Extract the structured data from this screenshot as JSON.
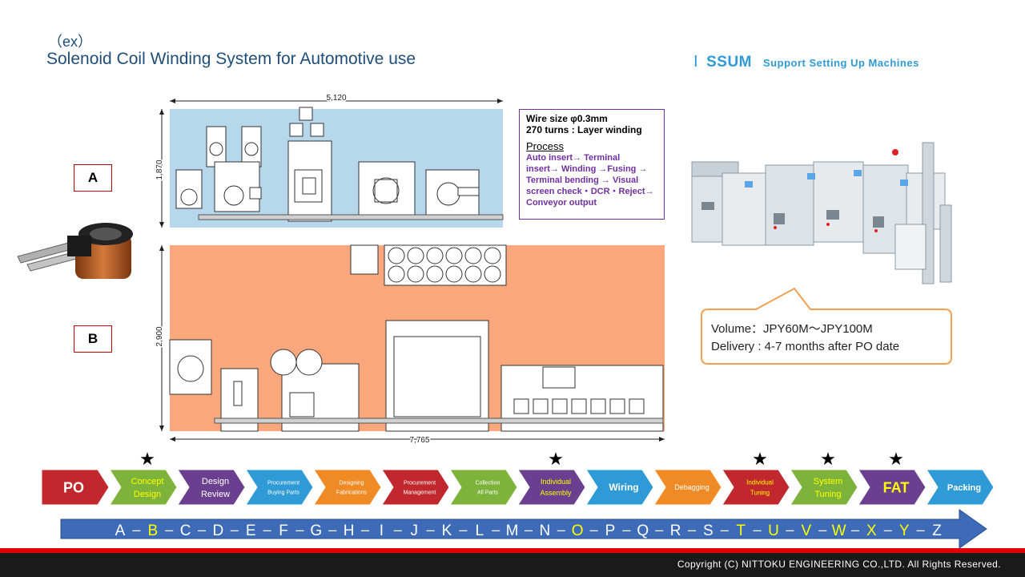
{
  "header": {
    "ex": "（ex）",
    "title": "Solenoid Coil Winding System for Automotive use"
  },
  "ssum": {
    "num": "Ⅰ",
    "word": "SSUM",
    "sub": "Support Setting Up Machines"
  },
  "layout_a": {
    "label": "A",
    "width": "5,120",
    "height": "1,870"
  },
  "layout_b": {
    "label": "B",
    "width": "7,765",
    "height": "2,900"
  },
  "spec": {
    "line1": "Wire size φ0.3mm",
    "line2": "270 turns : Layer winding",
    "process_heading": "Process",
    "steps": [
      "Auto insert→ Terminal",
      "insert→ Winding →Fusing →",
      "Terminal bending → Visual",
      "screen check・DCR・Reject→",
      "Conveyor output"
    ]
  },
  "bubble": {
    "volume": "Volume：JPY60M～JPY100M",
    "delivery": "Delivery :  4-7 months after PO date"
  },
  "process_steps": [
    {
      "lines": [
        "PO"
      ],
      "color": "#c0282d",
      "text": "#ffffff",
      "star": false,
      "size": 18,
      "bold": true
    },
    {
      "lines": [
        "Concept",
        "Design"
      ],
      "color": "#7db33a",
      "text": "#ffff00",
      "star": true,
      "size": 11,
      "bold": false
    },
    {
      "lines": [
        "Design",
        "Review"
      ],
      "color": "#6b3f8f",
      "text": "#ffffff",
      "star": false,
      "size": 11,
      "bold": false
    },
    {
      "lines": [
        "Procurement",
        "Buying  Parts"
      ],
      "color": "#2e9bd6",
      "text": "#ffffff",
      "star": false,
      "size": 7,
      "bold": false
    },
    {
      "lines": [
        "Designing",
        "Fabrications"
      ],
      "color": "#f08a24",
      "text": "#ffffff",
      "star": false,
      "size": 7,
      "bold": false
    },
    {
      "lines": [
        "Procurement",
        "Management"
      ],
      "color": "#c0282d",
      "text": "#ffffff",
      "star": false,
      "size": 7,
      "bold": false
    },
    {
      "lines": [
        "Collection",
        "All Parts"
      ],
      "color": "#7db33a",
      "text": "#ffffff",
      "star": false,
      "size": 7,
      "bold": false
    },
    {
      "lines": [
        "Individual",
        "Assembly"
      ],
      "color": "#6b3f8f",
      "text": "#ffff00",
      "star": true,
      "size": 9,
      "bold": false
    },
    {
      "lines": [
        "Wiring"
      ],
      "color": "#2e9bd6",
      "text": "#ffffff",
      "star": false,
      "size": 12,
      "bold": true
    },
    {
      "lines": [
        "Debagging"
      ],
      "color": "#f08a24",
      "text": "#ffffff",
      "star": false,
      "size": 9,
      "bold": false
    },
    {
      "lines": [
        "Individual",
        "Tuning"
      ],
      "color": "#c0282d",
      "text": "#ffff00",
      "star": true,
      "size": 8,
      "bold": false
    },
    {
      "lines": [
        "System",
        "Tuning"
      ],
      "color": "#7db33a",
      "text": "#ffff00",
      "star": true,
      "size": 11,
      "bold": false
    },
    {
      "lines": [
        "FAT"
      ],
      "color": "#6b3f8f",
      "text": "#ffff00",
      "star": true,
      "size": 18,
      "bold": true
    },
    {
      "lines": [
        "Packing"
      ],
      "color": "#2e9bd6",
      "text": "#ffffff",
      "star": false,
      "size": 11,
      "bold": true
    }
  ],
  "star_symbol": "★",
  "letters": [
    {
      "c": "A",
      "hl": false
    },
    {
      "c": "B",
      "hl": true
    },
    {
      "c": "C",
      "hl": false
    },
    {
      "c": "D",
      "hl": false
    },
    {
      "c": "E",
      "hl": false
    },
    {
      "c": "F",
      "hl": false
    },
    {
      "c": "G",
      "hl": false
    },
    {
      "c": "H",
      "hl": false
    },
    {
      "c": "I",
      "hl": false
    },
    {
      "c": "J",
      "hl": false
    },
    {
      "c": "K",
      "hl": false
    },
    {
      "c": "L",
      "hl": false
    },
    {
      "c": "M",
      "hl": false
    },
    {
      "c": "N",
      "hl": false
    },
    {
      "c": "O",
      "hl": true
    },
    {
      "c": "P",
      "hl": false
    },
    {
      "c": "Q",
      "hl": false
    },
    {
      "c": "R",
      "hl": false
    },
    {
      "c": "S",
      "hl": false
    },
    {
      "c": "T",
      "hl": true
    },
    {
      "c": "U",
      "hl": true
    },
    {
      "c": "V",
      "hl": true
    },
    {
      "c": "W",
      "hl": true
    },
    {
      "c": "X",
      "hl": true
    },
    {
      "c": "Y",
      "hl": true
    },
    {
      "c": "Z",
      "hl": false
    }
  ],
  "footer": {
    "copyright": "Copyright  (C) NITTOKU ENGINEERING CO.,LTD.  All Rights Reserved."
  }
}
